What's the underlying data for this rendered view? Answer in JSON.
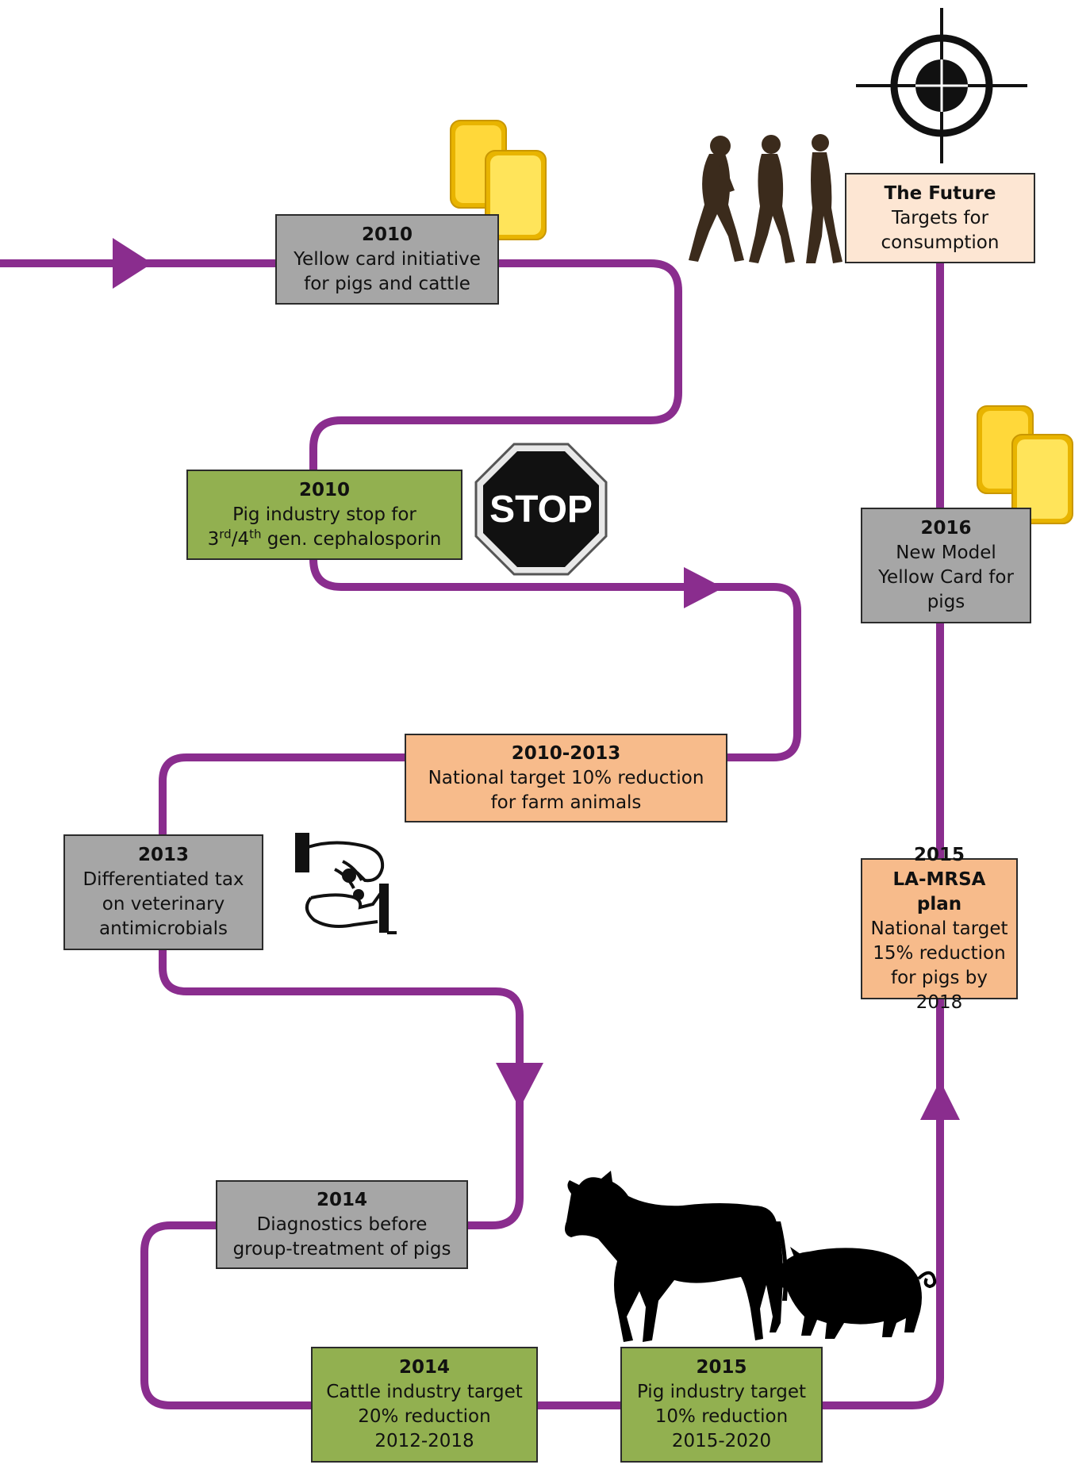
{
  "colors": {
    "path": "#8a2d8e",
    "grey_box": "#a6a6a6",
    "green_box": "#92b050",
    "orange_box": "#f7bb8b",
    "cream_box": "#fde6d3",
    "yellow_card": "#f5c800"
  },
  "milestones": [
    {
      "id": "yellow-card-2010",
      "year": "2010",
      "lines": [
        "Yellow card initiative",
        "for pigs and cattle"
      ],
      "color": "grey"
    },
    {
      "id": "pig-stop-2010",
      "year": "2010",
      "line1": "Pig industry stop for",
      "line2_prefix": "3",
      "sup1": "rd",
      "line2_mid": "/4",
      "sup2": "th",
      "line2_suffix": " gen. cephalosporin",
      "color": "green"
    },
    {
      "id": "national-target-2010-2013",
      "year": "2010-2013",
      "lines": [
        "National target 10% reduction",
        "for farm animals"
      ],
      "color": "orange"
    },
    {
      "id": "tax-2013",
      "year": "2013",
      "lines": [
        "Differentiated tax",
        "on veterinary",
        "antimicrobials"
      ],
      "color": "grey"
    },
    {
      "id": "diagnostics-2014",
      "year": "2014",
      "lines": [
        "Diagnostics before",
        "group-treatment of pigs"
      ],
      "color": "grey"
    },
    {
      "id": "cattle-target-2014",
      "year": "2014",
      "lines": [
        "Cattle industry target",
        "20% reduction",
        "2012-2018"
      ],
      "color": "green"
    },
    {
      "id": "pig-target-2015",
      "year": "2015",
      "lines": [
        "Pig industry target",
        "10% reduction",
        "2015-2020"
      ],
      "color": "green"
    },
    {
      "id": "la-mrsa-2015",
      "year": "2015",
      "subtitle": "LA-MRSA plan",
      "lines": [
        "National target",
        "15% reduction",
        "for pigs by 2018"
      ],
      "color": "orange"
    },
    {
      "id": "yellow-card-2016",
      "year": "2016",
      "lines": [
        "New Model",
        "Yellow Card for",
        "pigs"
      ],
      "color": "grey"
    },
    {
      "id": "future",
      "year": "The Future",
      "lines": [
        "Targets for",
        "consumption"
      ],
      "color": "cream"
    }
  ],
  "icons": {
    "stop_sign_text": "STOP",
    "names": [
      "yellow-cards-icon",
      "stop-sign-icon",
      "hands-money-icon",
      "human-evolution-icon",
      "target-crosshair-icon",
      "cow-icon",
      "pig-icon"
    ]
  }
}
